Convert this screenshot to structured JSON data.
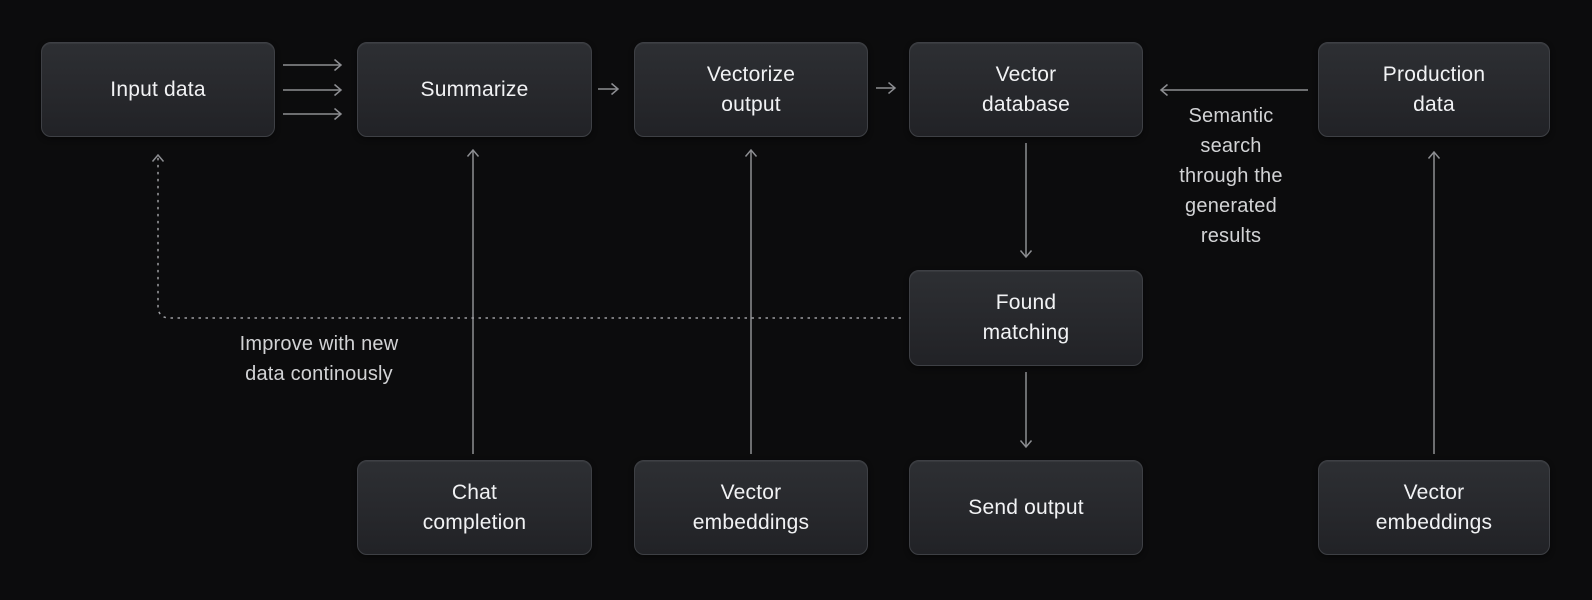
{
  "diagram": {
    "colors": {
      "background": "#0c0c0d",
      "box_fill_top": "#2d2f33",
      "box_fill_bottom": "#212226",
      "box_border": "#3e4045",
      "box_text": "#f1f2f4",
      "arrow": "#8d8e92",
      "annotation_text": "#d2d3d5"
    },
    "nodes": [
      {
        "id": "input-data",
        "label": "Input data"
      },
      {
        "id": "summarize",
        "label": "Summarize"
      },
      {
        "id": "vectorize-output",
        "label": "Vectorize\noutput"
      },
      {
        "id": "vector-database",
        "label": "Vector\ndatabase"
      },
      {
        "id": "production-data",
        "label": "Production\ndata"
      },
      {
        "id": "found-matching",
        "label": "Found\nmatching"
      },
      {
        "id": "chat-completion",
        "label": "Chat\ncompletion"
      },
      {
        "id": "vector-embeddings-bottom-left",
        "label": "Vector\nembeddings"
      },
      {
        "id": "send-output",
        "label": "Send output"
      },
      {
        "id": "vector-embeddings-bottom-right",
        "label": "Vector\nembeddings"
      }
    ],
    "annotations": [
      {
        "id": "semantic-search-note",
        "text": "Semantic\nsearch\nthrough the\ngenerated\nresults"
      },
      {
        "id": "improve-note",
        "text": "Improve with new\ndata continously"
      }
    ],
    "edges": [
      {
        "from": "input-data",
        "to": "summarize",
        "style": "triple-solid"
      },
      {
        "from": "summarize",
        "to": "vectorize-output",
        "style": "solid"
      },
      {
        "from": "vectorize-output",
        "to": "vector-database",
        "style": "solid"
      },
      {
        "from": "production-data",
        "to": "vector-database",
        "style": "solid"
      },
      {
        "from": "vector-database",
        "to": "found-matching",
        "style": "solid"
      },
      {
        "from": "found-matching",
        "to": "send-output",
        "style": "solid"
      },
      {
        "from": "chat-completion",
        "to": "summarize",
        "style": "solid"
      },
      {
        "from": "vector-embeddings-bottom-left",
        "to": "vectorize-output",
        "style": "solid"
      },
      {
        "from": "vector-embeddings-bottom-right",
        "to": "production-data",
        "style": "solid"
      },
      {
        "from": "found-matching",
        "to": "input-data",
        "style": "dotted"
      }
    ]
  }
}
